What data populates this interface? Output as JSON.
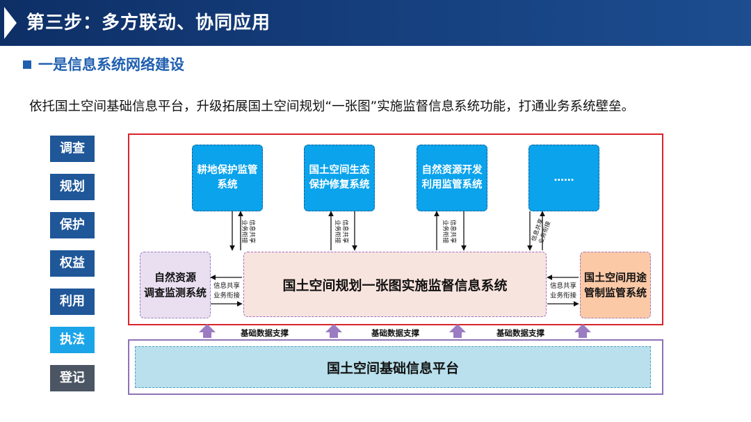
{
  "header": {
    "title": "第三步：多方联动、协同应用"
  },
  "section": {
    "title": "一是信息系统网络建设"
  },
  "lead_text": "依托国土空间基础信息平台，升级拓展国土空间规划“一张图”实施监督信息系统功能，打通业务系统壁垒。",
  "sidebar": {
    "items": [
      {
        "label": "调查",
        "color": "#1f5799"
      },
      {
        "label": "规划",
        "color": "#1f5799"
      },
      {
        "label": "保护",
        "color": "#1f5799"
      },
      {
        "label": "权益",
        "color": "#1f5799"
      },
      {
        "label": "利用",
        "color": "#1f5799"
      },
      {
        "label": "执法",
        "color": "#1ba5e8"
      },
      {
        "label": "登记",
        "color": "#4b5563"
      }
    ]
  },
  "diagram": {
    "top_systems": [
      {
        "line1": "耕地保护监管",
        "line2": "系统"
      },
      {
        "line1": "国土空间生态",
        "line2": "保护修复系统"
      },
      {
        "line1": "自然资源开发",
        "line2": "利用监管系统"
      },
      {
        "line1": "……",
        "line2": ""
      }
    ],
    "center_system": "国土空间规划一张图实施监督信息系统",
    "left_system": {
      "line1": "自然资源",
      "line2": "调查监测系统"
    },
    "right_system": {
      "line1": "国土空间用途",
      "line2": "管制监管系统"
    },
    "link_label_line1": "信息共享",
    "link_label_line2": "业务衔接",
    "support_label": "基础数据支撑",
    "platform": "国土空间基础信息平台"
  },
  "colors": {
    "header_bg": "#16407f",
    "accent_blue": "#1f5fb0",
    "system_blue": "#0aa3ec",
    "outer_red": "#d9242b",
    "outer_purple": "#8f72b5",
    "arrow_purple": "#9b7bc2"
  }
}
